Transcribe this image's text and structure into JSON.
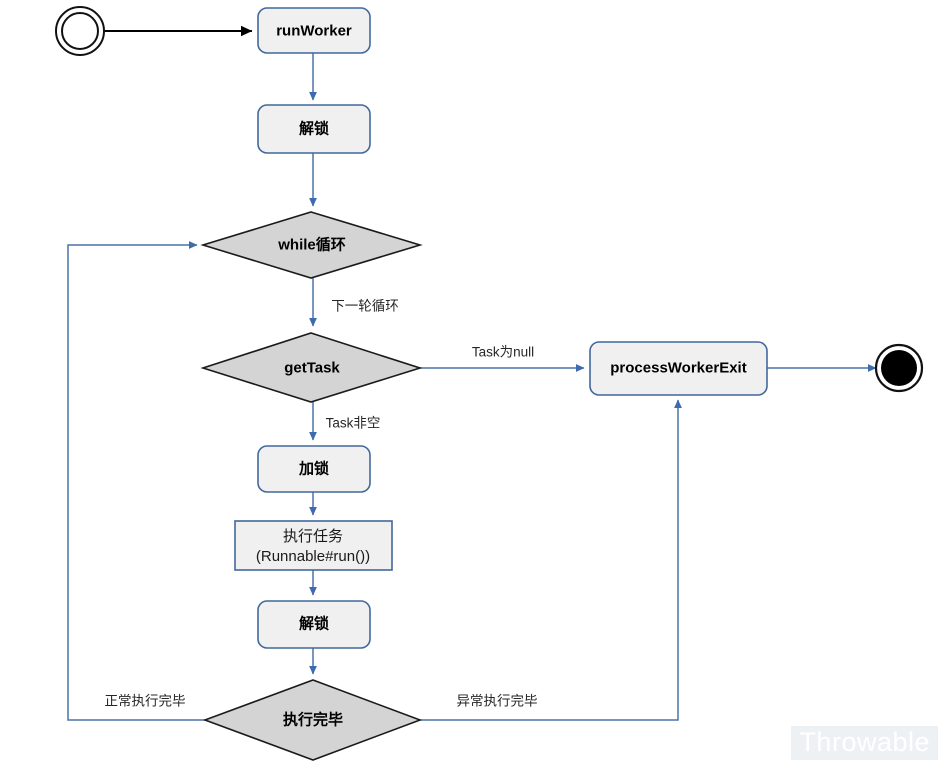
{
  "diagram": {
    "type": "flowchart",
    "title": "runWorker",
    "nodes": {
      "start": {
        "label": "",
        "shape": "start-circle"
      },
      "run_worker": {
        "label": "runWorker",
        "shape": "rounded-rect"
      },
      "unlock_top": {
        "label": "解锁",
        "shape": "rounded-rect"
      },
      "while_loop": {
        "label": "while循环",
        "shape": "diamond"
      },
      "get_task": {
        "label": "getTask",
        "shape": "diamond"
      },
      "process_worker_exit": {
        "label": "processWorkerExit",
        "shape": "rounded-rect"
      },
      "lock": {
        "label": "加锁",
        "shape": "rounded-rect"
      },
      "exec_task_line1": {
        "label": "执行任务",
        "shape": "rect"
      },
      "exec_task_line2": {
        "label": "(Runnable#run())",
        "shape": "rect"
      },
      "unlock_bottom": {
        "label": "解锁",
        "shape": "rounded-rect"
      },
      "exec_done": {
        "label": "执行完毕",
        "shape": "diamond"
      },
      "end": {
        "label": "",
        "shape": "end-circle"
      }
    },
    "edge_labels": {
      "next_round": "下一轮循环",
      "task_is_null": "Task为null",
      "task_not_null": "Task非空",
      "normal_finish": "正常执行完毕",
      "abnormal_finish": "异常执行完毕"
    },
    "watermark": "Throwable",
    "colors": {
      "node_fill": "#f0f0f0",
      "node_stroke": "#41699c",
      "diamond_fill": "#d4d4d4",
      "diamond_stroke": "#1a1a1a",
      "edge_stroke": "#4a73a8",
      "start_edge_stroke": "#000000",
      "text": "#000000",
      "background": "#ffffff"
    }
  }
}
